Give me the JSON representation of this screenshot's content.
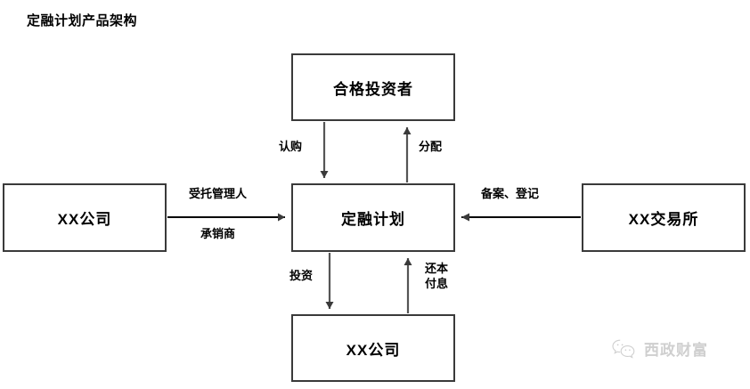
{
  "title": "定融计划产品架构",
  "nodes": {
    "investor": {
      "label": "合格投资者"
    },
    "plan": {
      "label": "定融计划"
    },
    "company_left": {
      "label": "XX公司"
    },
    "exchange": {
      "label": "XX交易所"
    },
    "company_bottom": {
      "label": "XX公司"
    }
  },
  "edges": {
    "subscribe": {
      "label": "认购",
      "from": "investor",
      "to": "plan",
      "direction": "down"
    },
    "allocate": {
      "label": "分配",
      "from": "plan",
      "to": "investor",
      "direction": "up"
    },
    "trustee": {
      "label": "受托管理人",
      "from": "company_left",
      "to": "plan",
      "direction": "right"
    },
    "underwriter": {
      "label": "承销商",
      "from": "company_left",
      "to": "plan",
      "direction": "right"
    },
    "filing": {
      "label": "备案、登记",
      "from": "exchange",
      "to": "plan",
      "direction": "left"
    },
    "invest": {
      "label": "投资",
      "from": "plan",
      "to": "company_bottom",
      "direction": "down"
    },
    "repay": {
      "label": "还本付息",
      "line1": "还本",
      "line2": "付息",
      "from": "company_bottom",
      "to": "plan",
      "direction": "up"
    }
  },
  "watermark": {
    "text": "西政财富",
    "icon": "wechat-icon"
  },
  "colors": {
    "box_border": "#3a3a3a",
    "connector": "#555555",
    "text": "#000000",
    "watermark": "#8e8e8e",
    "background": "#ffffff"
  }
}
